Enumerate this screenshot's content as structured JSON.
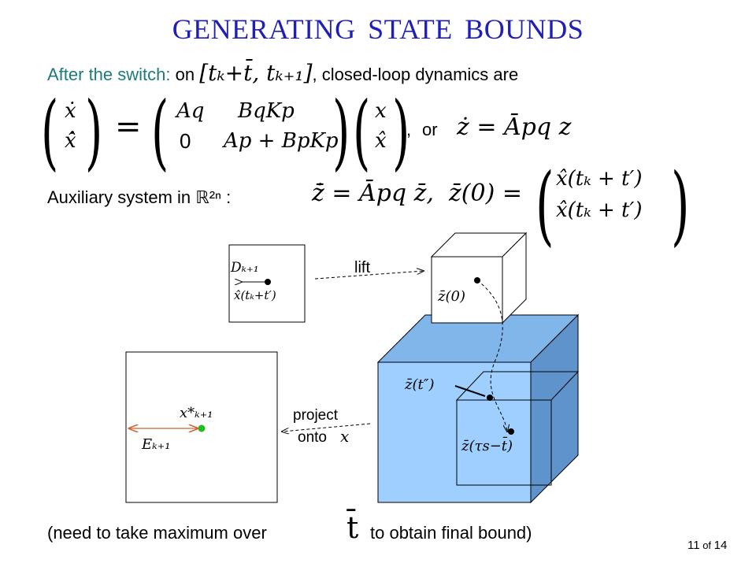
{
  "title": "GENERATING STATE BOUNDS",
  "line1": {
    "prefix_teal": "After the switch:",
    "on": " on ",
    "interval": "[tₖ+t̄, tₖ₊₁]",
    "suffix": ", closed-loop dynamics are"
  },
  "matrix_eq": {
    "lhs_top": "ẋ",
    "lhs_bot": "x̂̇",
    "eq": "=",
    "a11": "Aq",
    "a12": "BqKp",
    "a21": "0",
    "a22": "Ap + BpKp",
    "rhs_top": "x",
    "rhs_bot": "x̂",
    "comma": ",",
    "or": "or",
    "alt": "ż = Āpq z"
  },
  "aux": {
    "label": "Auxiliary system in ℝ²ⁿ",
    "colon": ":",
    "eq1": "z̄̇ = Āpq z̄,",
    "eq2": "z̄(0) =",
    "vec_top": "x̂(tₖ + t′)",
    "vec_bot": "x̂(tₖ + t′)"
  },
  "diagram": {
    "small_box_label_d": "Dₖ₊₁",
    "small_box_label_x": "x̂(tₖ+t′)",
    "lift_label": "lift",
    "cube_small_label": "z̄(0)",
    "cube_mid_label": "z̄(t″)",
    "cube_inner_label": "z̄(τs−t̄)",
    "project_label": "project",
    "onto_label": "onto",
    "onto_var": "x",
    "xstar_label": "x*ₖ₊₁",
    "e_label": "Eₖ₊₁",
    "colors": {
      "big_cube_front": "#9ecfff",
      "big_cube_top": "#80b6ea",
      "big_cube_side": "#5f93cc",
      "green_dot": "#22bb22",
      "orange_arrow": "#cc6633"
    }
  },
  "footer": {
    "left": "(need to take maximum over",
    "t": "t̄",
    "right": "to obtain final bound)"
  },
  "page": {
    "current": "11",
    "of": "of",
    "total": "14"
  }
}
